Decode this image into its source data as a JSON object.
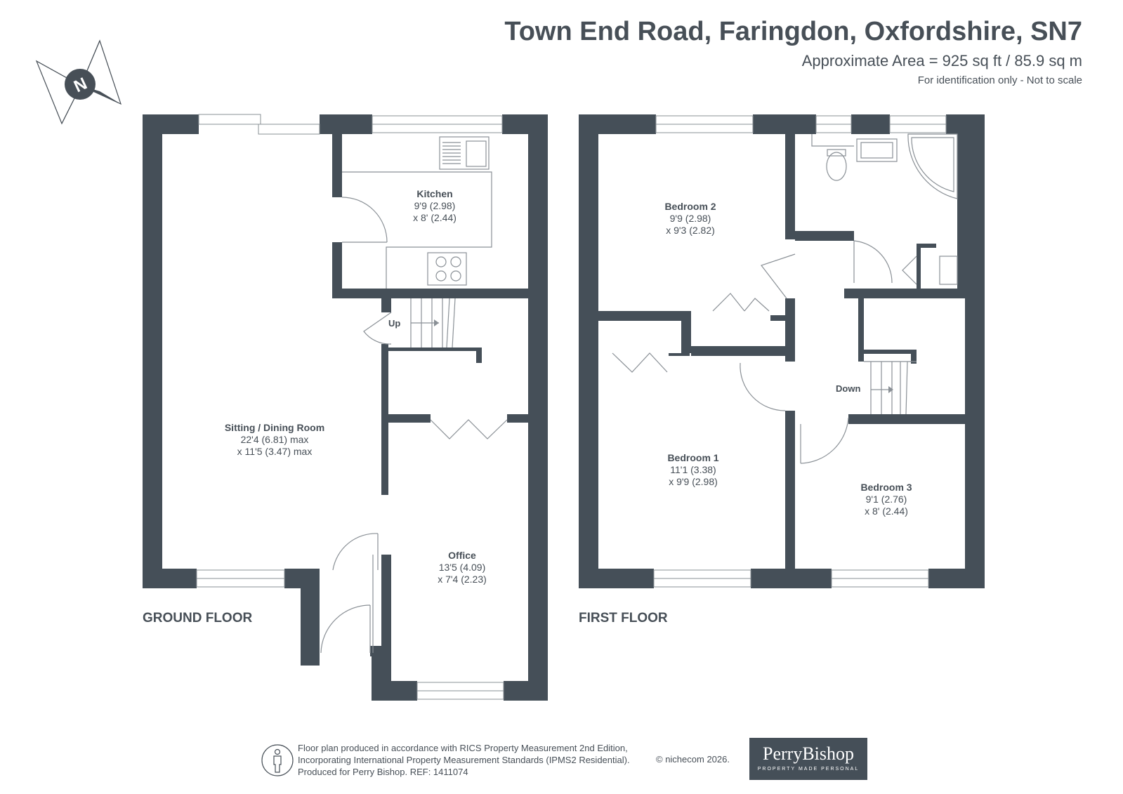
{
  "header": {
    "title": "Town End Road, Faringdon, Oxfordshire, SN7",
    "area": "Approximate Area = 925 sq ft / 85.9 sq m",
    "note": "For identification only - Not to scale"
  },
  "compass": {
    "letter": "N"
  },
  "ground_floor": {
    "label": "GROUND FLOOR",
    "up_label": "Up",
    "rooms": [
      {
        "name": "Kitchen",
        "dim1": "9'9 (2.98)",
        "dim2": "x 8' (2.44)"
      },
      {
        "name": "Sitting / Dining Room",
        "dim1": "22'4 (6.81) max",
        "dim2": "x 11'5 (3.47) max"
      },
      {
        "name": "Office",
        "dim1": "13'5 (4.09)",
        "dim2": "x 7'4 (2.23)"
      }
    ]
  },
  "first_floor": {
    "label": "FIRST FLOOR",
    "down_label": "Down",
    "rooms": [
      {
        "name": "Bedroom 2",
        "dim1": "9'9 (2.98)",
        "dim2": "x 9'3 (2.82)"
      },
      {
        "name": "Bedroom 1",
        "dim1": "11'1 (3.38)",
        "dim2": "x 9'9 (2.98)"
      },
      {
        "name": "Bedroom 3",
        "dim1": "9'1 (2.76)",
        "dim2": "x 8' (2.44)"
      }
    ]
  },
  "footer": {
    "disclaimer_line1": "Floor plan produced in accordance with RICS Property Measurement 2nd Edition,",
    "disclaimer_line2": "Incorporating International Property Measurement Standards (IPMS2 Residential).",
    "disclaimer_line3": "Produced for Perry Bishop.   REF: 1411074",
    "copyright": "© nichecom 2026.",
    "logo_name": "PerryBishop",
    "logo_tagline": "PROPERTY MADE PERSONAL"
  },
  "colors": {
    "wall": "#454f58",
    "text": "#474f57",
    "line": "#8a9096"
  }
}
